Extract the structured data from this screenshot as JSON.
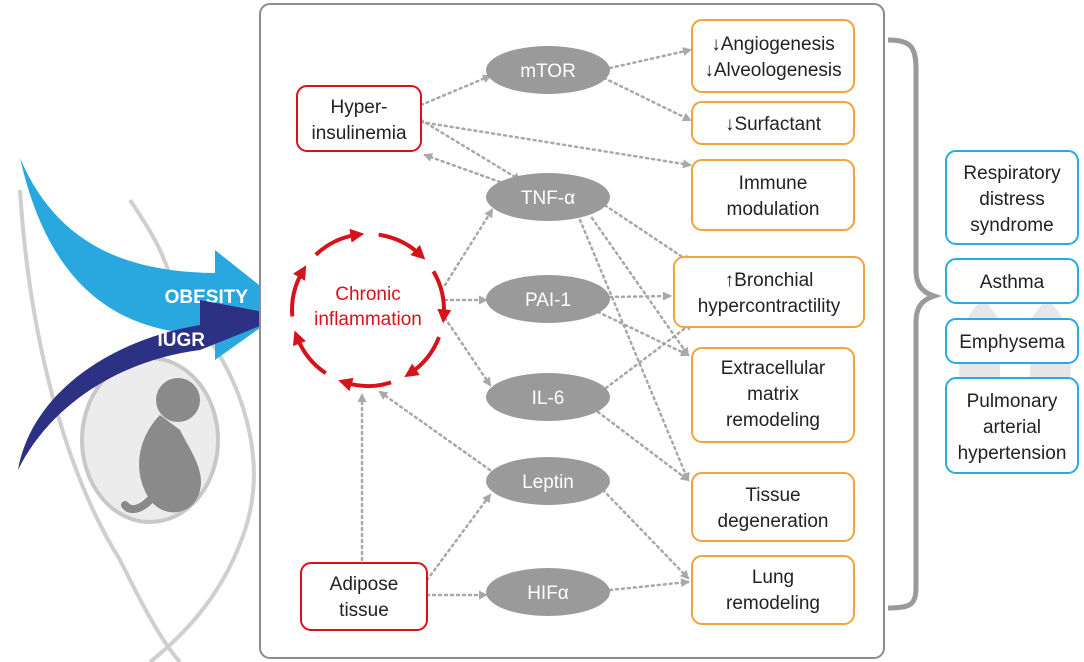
{
  "colors": {
    "red": "#d6131a",
    "orange": "#f2a33a",
    "blue": "#29abe2",
    "gray_node": "#9a9a9a",
    "arrow_gray": "#a8a8a8",
    "frame": "#8c8c8c",
    "obesity_arrow": "#29a8e0",
    "iugr_arrow": "#2c3183"
  },
  "inputs": {
    "obesity": "OBESITY",
    "iugr": "IUGR"
  },
  "sources": {
    "hyperinsulinemia": [
      "Hyper-",
      "insulinemia"
    ],
    "chronic_inflammation": [
      "Chronic",
      "inflammation"
    ],
    "adipose_tissue": [
      "Adipose",
      "tissue"
    ]
  },
  "mediators": {
    "mtor": "mTOR",
    "tnf": "TNF-α",
    "pai1": "PAI-1",
    "il6": "IL-6",
    "leptin": "Leptin",
    "hif": "HIFα"
  },
  "effects": {
    "angiogenesis": [
      "↓Angiogenesis",
      "↓Alveologenesis"
    ],
    "surfactant": [
      "↓Surfactant"
    ],
    "immune": [
      "Immune",
      "modulation"
    ],
    "bronchial": [
      "↑Bronchial",
      "hypercontractility"
    ],
    "ecm": [
      "Extracellular",
      "matrix",
      "remodeling"
    ],
    "tissue": [
      "Tissue",
      "degeneration"
    ],
    "lung": [
      "Lung",
      "remodeling"
    ]
  },
  "outcomes": {
    "rds": [
      "Respiratory",
      "distress",
      "syndrome"
    ],
    "asthma": [
      "Asthma"
    ],
    "emphysema": [
      "Emphysema"
    ],
    "pah": [
      "Pulmonary",
      "arterial",
      "hypertension"
    ]
  },
  "connections": [
    [
      "hyperinsulinemia",
      "mtor"
    ],
    [
      "hyperinsulinemia",
      "tnf"
    ],
    [
      "hyperinsulinemia",
      "immune"
    ],
    [
      "tnf",
      "hyperinsulinemia"
    ],
    [
      "mtor",
      "angiogenesis"
    ],
    [
      "mtor",
      "surfactant"
    ],
    [
      "chronic_inflammation",
      "tnf"
    ],
    [
      "chronic_inflammation",
      "pai1"
    ],
    [
      "chronic_inflammation",
      "il6"
    ],
    [
      "tnf",
      "bronchial"
    ],
    [
      "tnf",
      "ecm"
    ],
    [
      "tnf",
      "tissue"
    ],
    [
      "pai1",
      "bronchial"
    ],
    [
      "pai1",
      "ecm"
    ],
    [
      "il6",
      "bronchial"
    ],
    [
      "il6",
      "tissue"
    ],
    [
      "leptin",
      "chronic_inflammation"
    ],
    [
      "leptin",
      "lung"
    ],
    [
      "adipose_tissue",
      "chronic_inflammation"
    ],
    [
      "adipose_tissue",
      "leptin"
    ],
    [
      "adipose_tissue",
      "hif"
    ],
    [
      "hif",
      "lung"
    ]
  ]
}
